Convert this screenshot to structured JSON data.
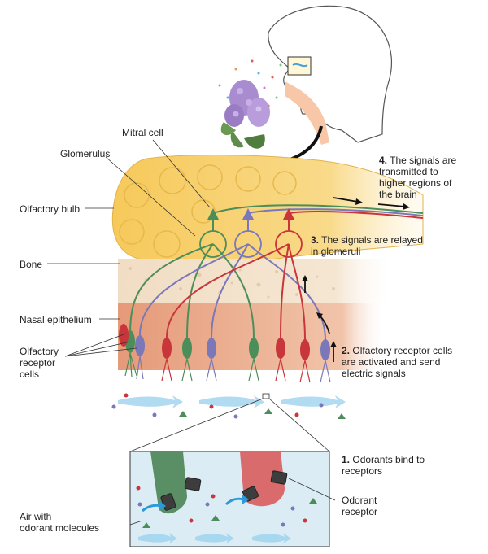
{
  "labels": {
    "mitral_cell": "Mitral cell",
    "glomerulus": "Glomerulus",
    "olfactory_bulb": "Olfactory bulb",
    "bone": "Bone",
    "nasal_epithelium": "Nasal epithelium",
    "olfactory_receptor_cells": "Olfactory\nreceptor\ncells",
    "air_with_odorant": "Air with\nodorant molecules",
    "odorant_receptor": "Odorant\nreceptor"
  },
  "steps": [
    {
      "num": "1.",
      "text": "Odorants bind to\nreceptors"
    },
    {
      "num": "2.",
      "text": "Olfactory receptor cells\nare activated and send\nelectric signals"
    },
    {
      "num": "3.",
      "text": "The signals are relayed\nin glomeruli"
    },
    {
      "num": "4.",
      "text": "The signals are\ntransmitted to\nhigher regions of\nthe brain"
    }
  ],
  "colors": {
    "bulb": "#f7cf6a",
    "bone": "#efdcc4",
    "epithelium": "#e7a07f",
    "green_neuron": "#4c8e5a",
    "purple_neuron": "#7a78b8",
    "red_neuron": "#c8353a",
    "inset_bg": "#dcecf4",
    "air_flow": "#a8d8f0"
  }
}
